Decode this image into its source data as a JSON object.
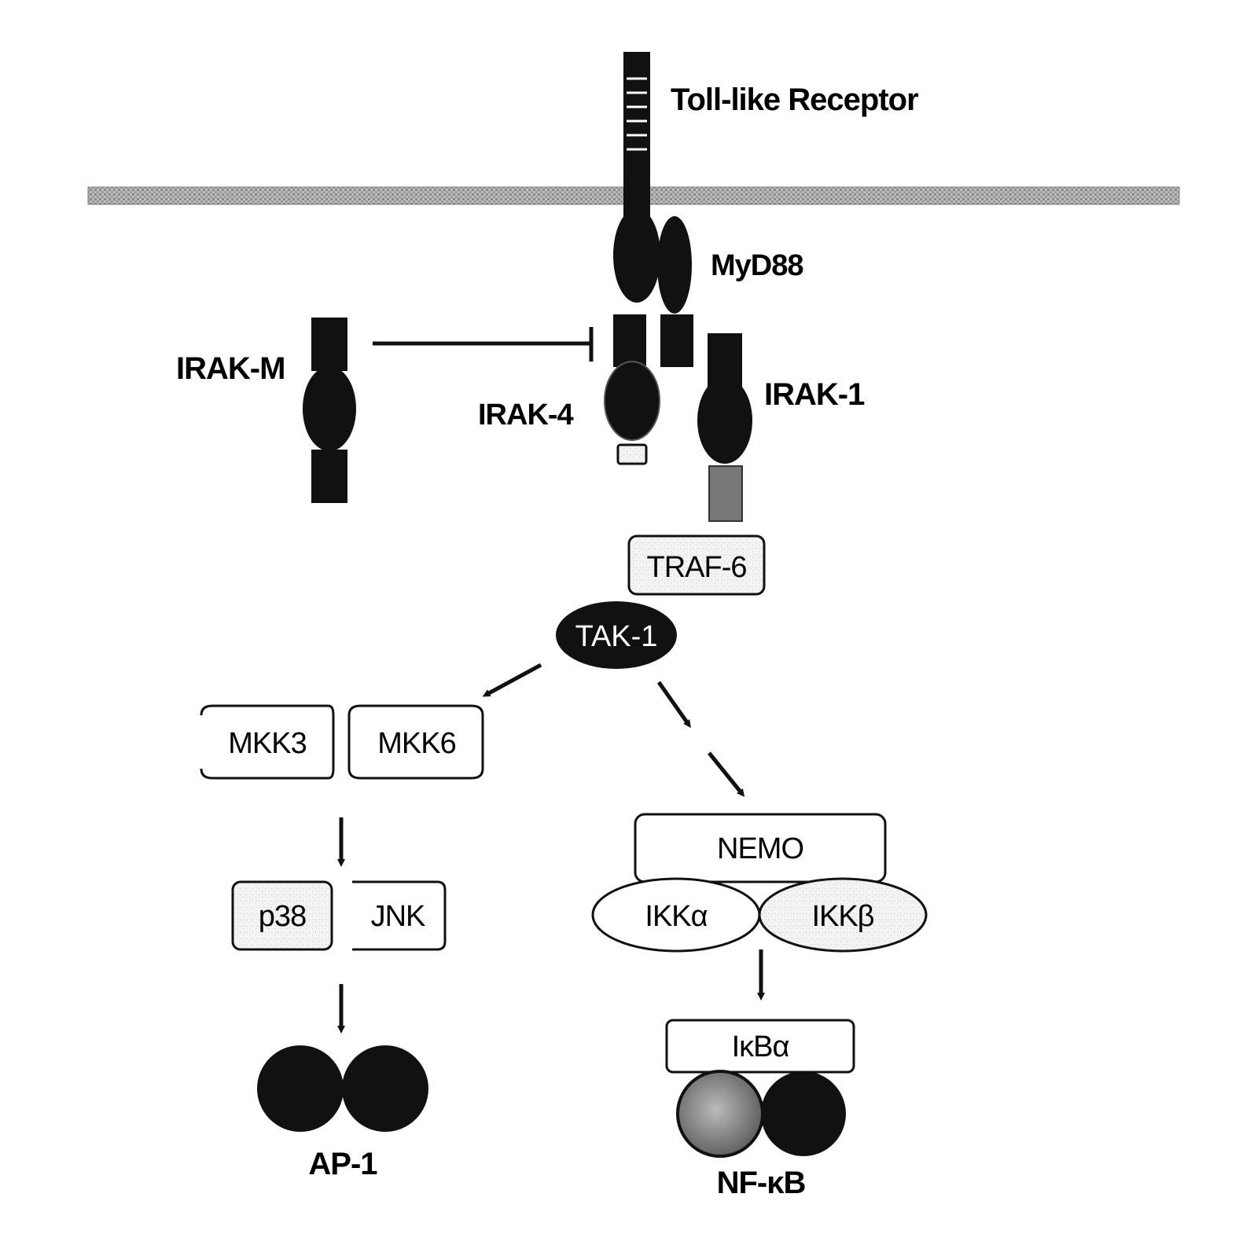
{
  "labels": {
    "tlr": "Toll-like Receptor",
    "myd88": "MyD88",
    "irak_m": "IRAK-M",
    "irak_4": "IRAK-4",
    "irak_1": "IRAK-1",
    "traf6": "TRAF-6",
    "tak1": "TAK-1",
    "mkk3": "MKK3",
    "mkk6": "MKK6",
    "p38": "p38",
    "jnk": "JNK",
    "nemo": "NEMO",
    "ikka": "IKKα",
    "ikkb": "IKKβ",
    "ikba": "IκBα",
    "ap1": "AP-1",
    "nfkb": "NF-κB"
  },
  "colors": {
    "dark": "#111111",
    "membrane": "#aaaaaa",
    "light_fill": "#f2f2f2",
    "grey_fill": "#888888",
    "white": "#ffffff"
  }
}
